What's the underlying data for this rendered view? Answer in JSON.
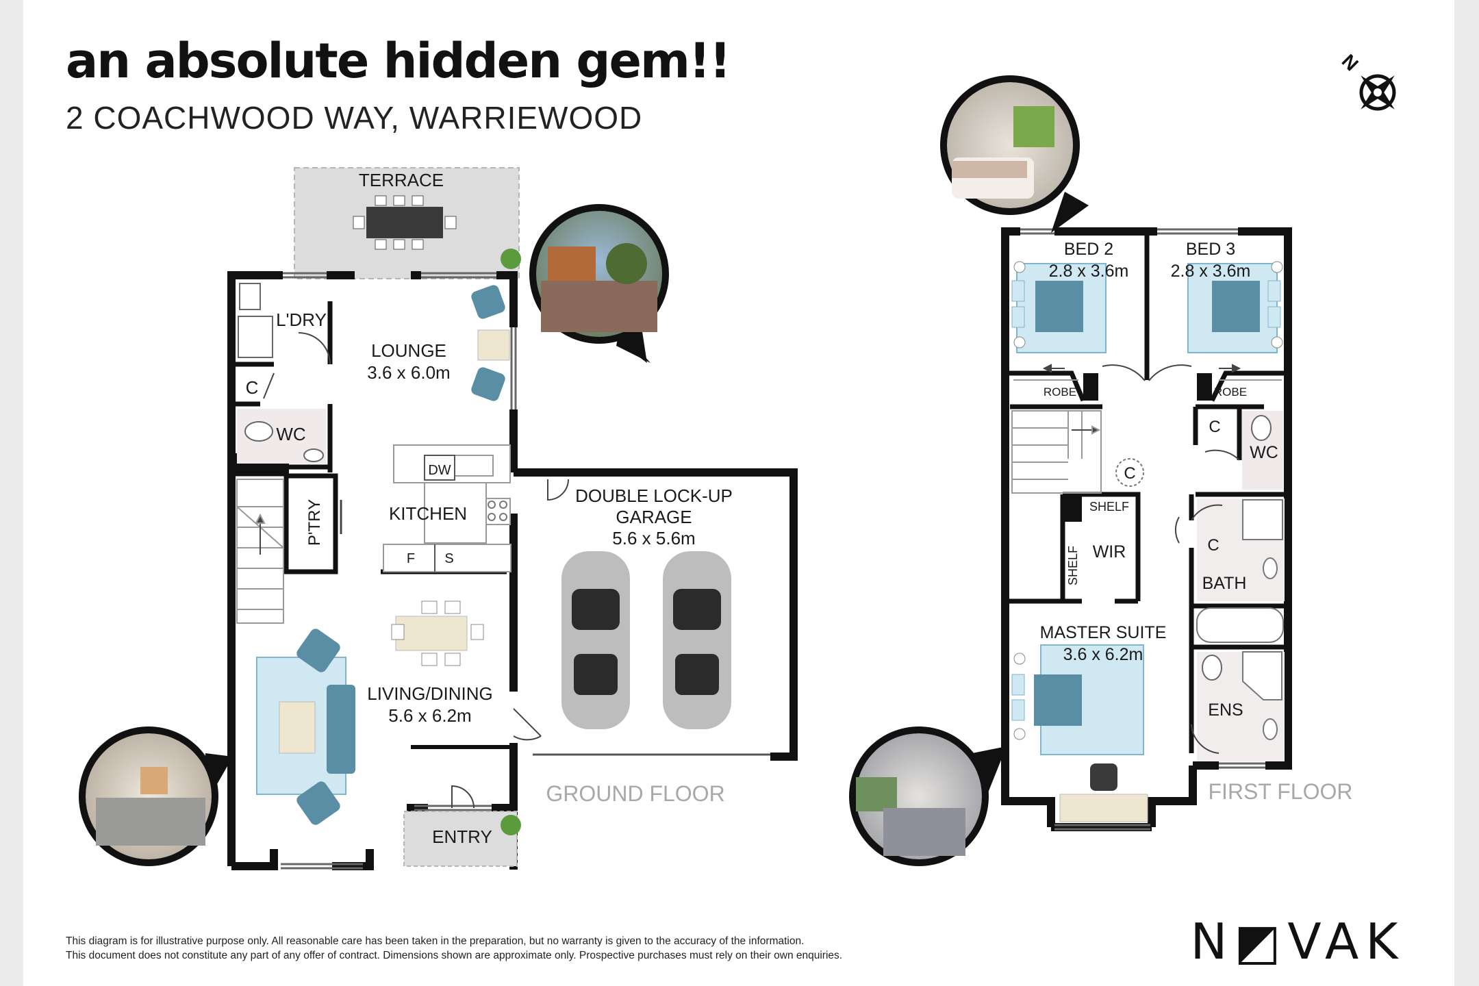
{
  "header": {
    "headline": "an absolute hidden gem!!",
    "address": "2 COACHWOOD WAY, WARRIEWOOD"
  },
  "compass": {
    "letter": "N"
  },
  "brand": {
    "logo": "N◩VAK"
  },
  "ground_floor": {
    "title": "GROUND FLOOR",
    "rooms": {
      "terrace": "TERRACE",
      "laundry": "L'DRY",
      "lounge": "LOUNGE",
      "lounge_dim": "3.6 x 6.0m",
      "cupboard": "C",
      "wc": "WC",
      "dishwasher": "DW",
      "kitchen": "KITCHEN",
      "pantry": "P'TRY",
      "fridge": "F",
      "stove": "S",
      "garage": "DOUBLE LOCK-UP",
      "garage_line2": "GARAGE",
      "garage_dim": "5.6 x 5.6m",
      "living": "LIVING/DINING",
      "living_dim": "5.6 x 6.2m",
      "entry": "ENTRY"
    }
  },
  "first_floor": {
    "title": "FIRST FLOOR",
    "rooms": {
      "bed2": "BED 2",
      "bed2_dim": "2.8 x 3.6m",
      "bed3": "BED 3",
      "bed3_dim": "2.8 x 3.6m",
      "robe_left": "ROBE",
      "robe_right": "ROBE",
      "cupboard_hall": "C",
      "cupboard_top": "C",
      "cupboard_bath": "C",
      "wc": "WC",
      "shelf_top": "SHELF",
      "shelf_side": "SHELF",
      "wir": "WIR",
      "bath": "BATH",
      "master": "MASTER SUITE",
      "master_dim": "3.6 x 6.2m",
      "ensuite": "ENS"
    }
  },
  "disclaimer": {
    "line1": "This diagram is for illustrative purpose only. All reasonable care has been taken in the preparation, but no warranty is given to the accuracy of the information.",
    "line2": "This document does not constitute any part of any offer of contract. Dimensions shown are approximate only. Prospective purchases must rely on their own enquiries."
  },
  "colors": {
    "wall": "#111111",
    "rug": "#cfe8f2",
    "furniture": "#5a8ea5",
    "label_grey": "#a8a8a8",
    "terrace": "#dcdcdc"
  }
}
